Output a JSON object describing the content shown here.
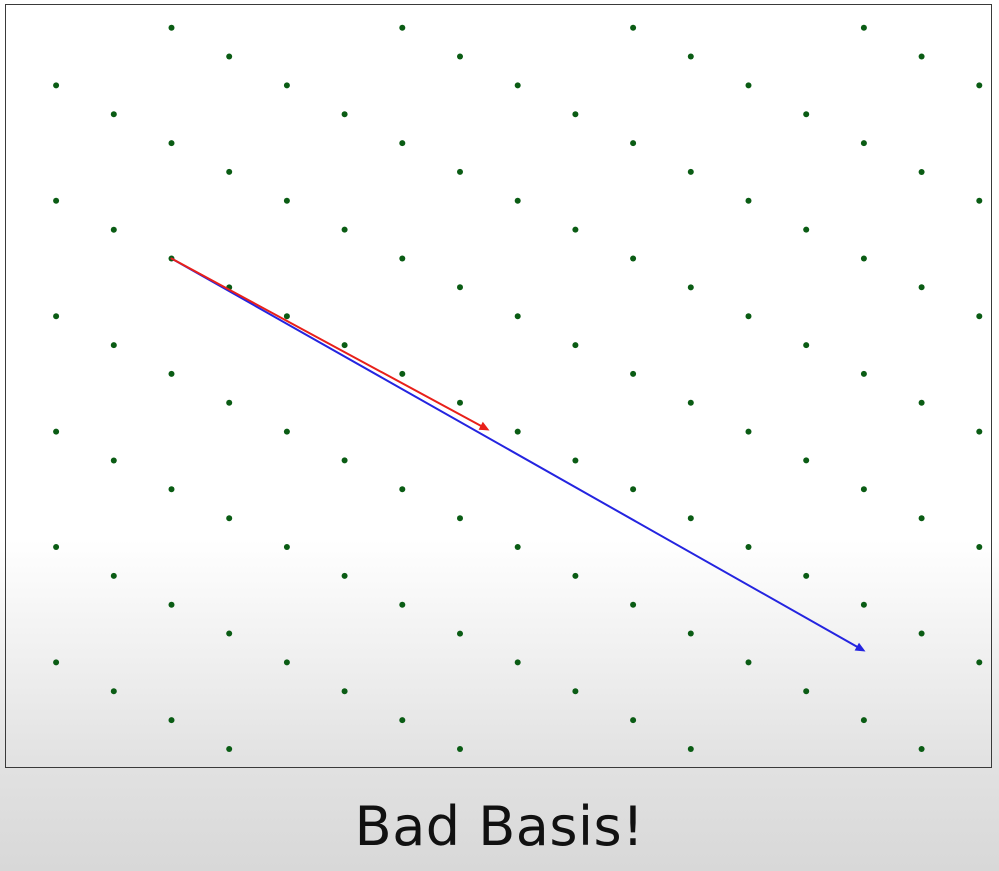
{
  "caption": "Bad Basis!",
  "colors": {
    "lattice_point": "#0a5c14",
    "basis_vector_1": "#e8201a",
    "basis_vector_2": "#2424e0",
    "frame_border": "#3a3a3a",
    "caption_text": "#111111"
  },
  "diagram": {
    "type": "lattice-with-basis-vectors",
    "grid": false,
    "lattice": {
      "generator_a": [
        1,
        0.5
      ],
      "generator_b": [
        -1,
        1.5
      ]
    },
    "basis_vectors": [
      {
        "id": "short-vector",
        "color_key": "basis_vector_1"
      },
      {
        "id": "long-vector",
        "color_key": "basis_vector_2"
      }
    ]
  }
}
